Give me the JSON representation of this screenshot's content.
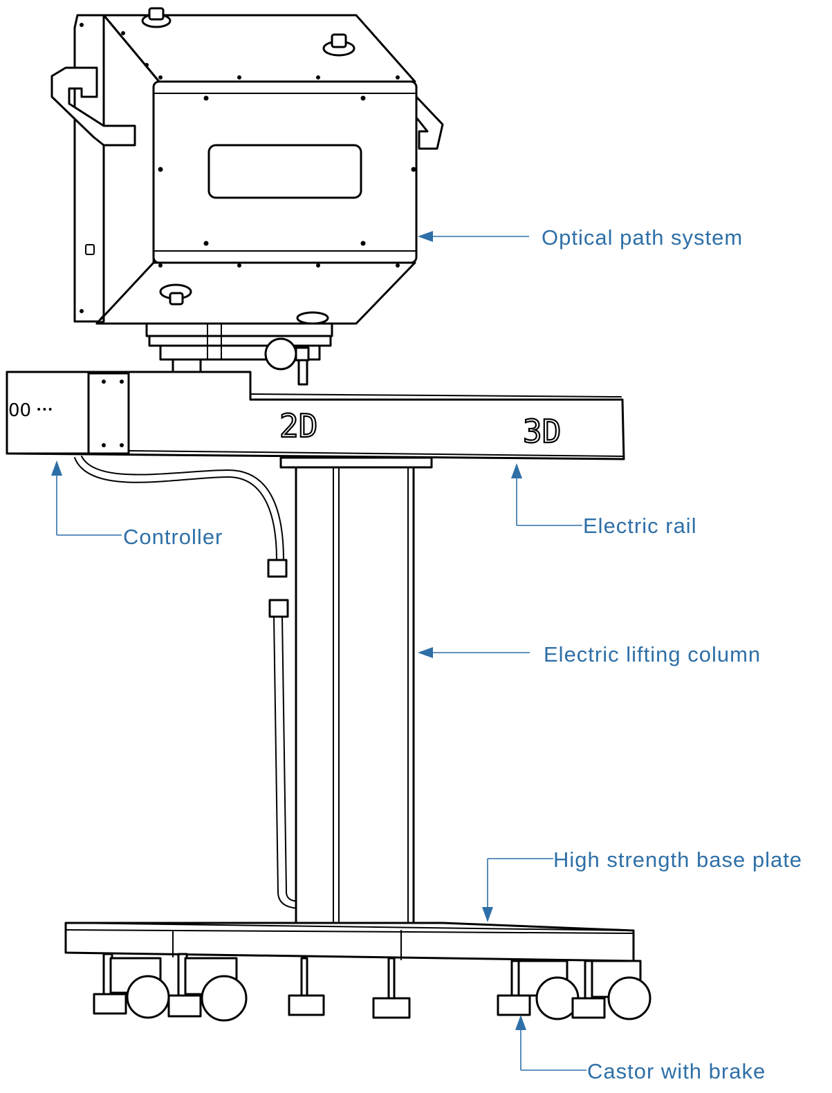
{
  "labels": {
    "optical_path_system": "Optical path system",
    "electric_rail": "Electric rail",
    "controller": "Controller",
    "electric_lifting_column": "Electric lifting column",
    "high_strength_base_plate": "High strength base plate",
    "castor_with_brake": "Castor with brake"
  },
  "rail_markings": {
    "mode_2d": "2D",
    "mode_3d": "3D"
  },
  "controller_panel": {
    "indicator_text": "00",
    "dots_text": "•••"
  },
  "colors": {
    "callout": "#2e6fa7",
    "line_art": "#000000",
    "background": "#ffffff"
  }
}
